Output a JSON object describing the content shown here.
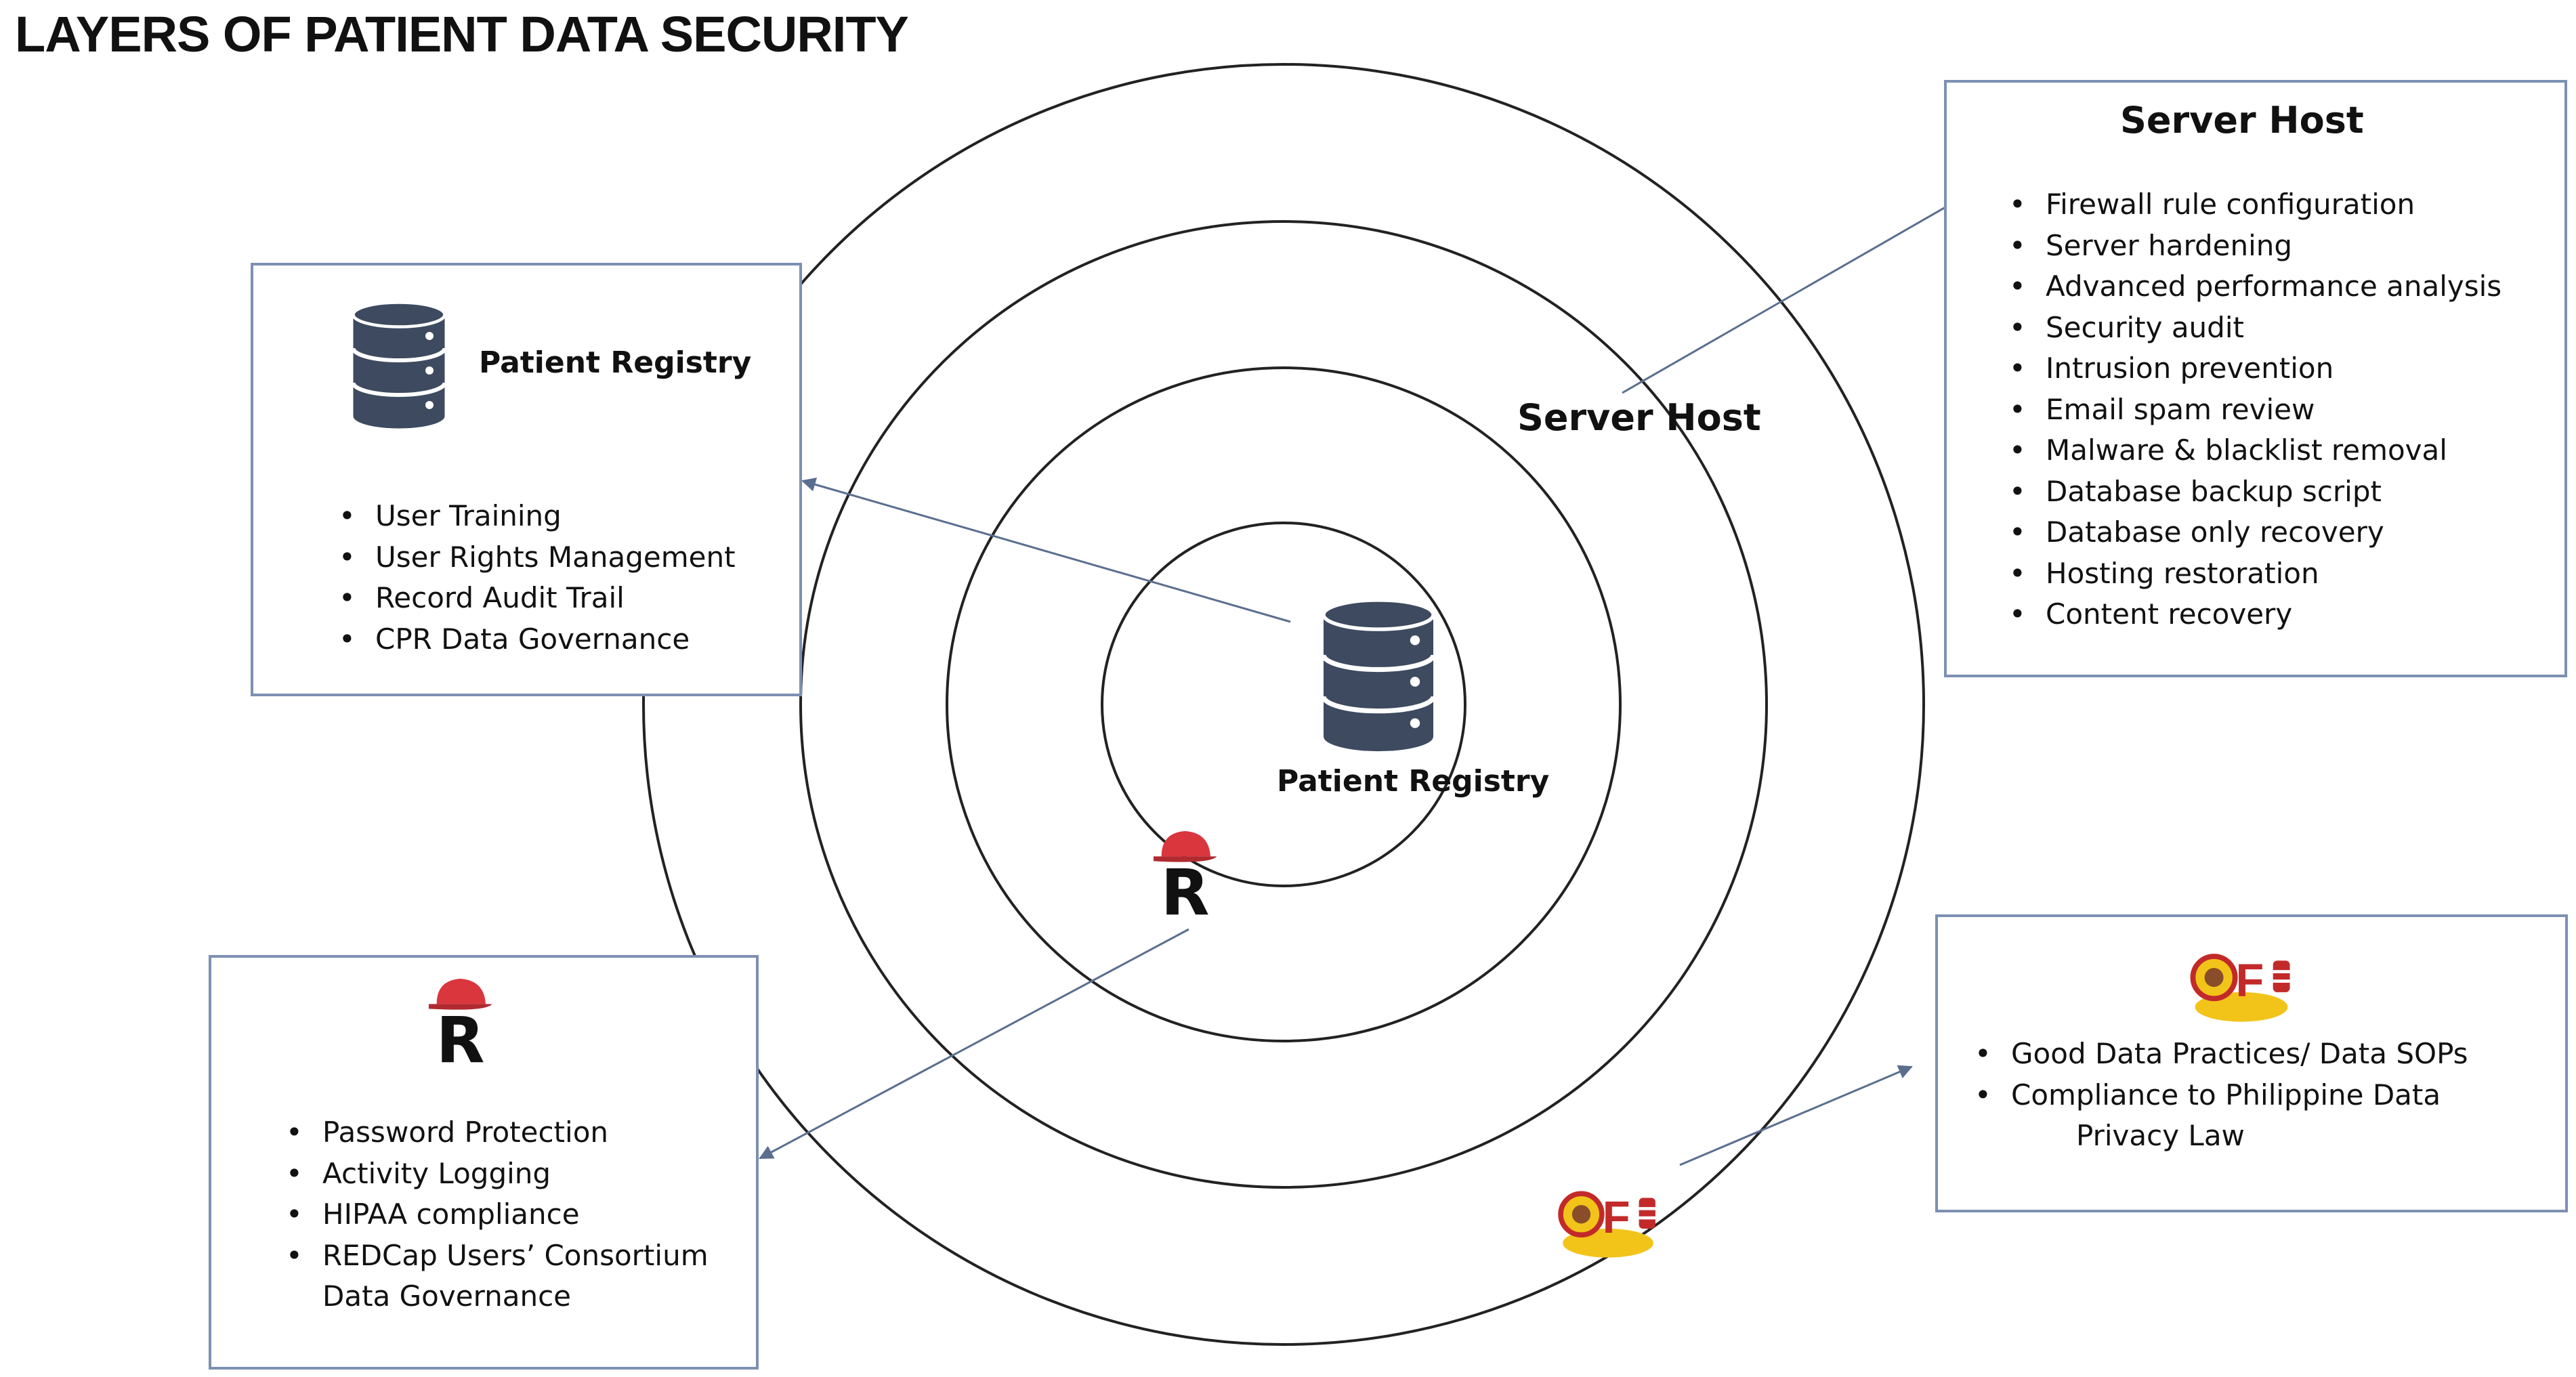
{
  "title": "LAYERS OF PATIENT DATA SECURITY",
  "colors": {
    "box_border": "#7d90b2",
    "ring": "#222222",
    "db_icon": "#3d4a60",
    "arrow": "#5a6f8f"
  },
  "center": {
    "label": "Patient Registry",
    "icon": "database-icon"
  },
  "ring_label": "Server Host",
  "patient_registry_box": {
    "heading": "Patient Registry",
    "icon": "database-icon",
    "items": [
      "User Training",
      "User Rights Management",
      "Record Audit Trail",
      "CPR Data Governance"
    ]
  },
  "server_host_box": {
    "heading": "Server Host",
    "items": [
      "Firewall rule configuration",
      "Server hardening",
      "Advanced performance analysis",
      "Security audit",
      "Intrusion prevention",
      "Email spam review",
      "Malware & blacklist removal",
      "Database backup script",
      "Database only recovery",
      "Hosting restoration",
      "Content recovery"
    ]
  },
  "redcap_box": {
    "icon": "redcap-logo",
    "items": [
      {
        "text": "Password Protection"
      },
      {
        "text": "Activity Logging"
      },
      {
        "text": "HIPAA compliance"
      },
      {
        "text": "REDCap Users’ Consortium",
        "cont": "Data Governance"
      }
    ]
  },
  "cf_box": {
    "icon": "cf-logo",
    "items": [
      {
        "text": "Good Data Practices/ Data SOPs"
      },
      {
        "text": "Compliance to Philippine Data",
        "cont": "Privacy Law"
      }
    ]
  }
}
